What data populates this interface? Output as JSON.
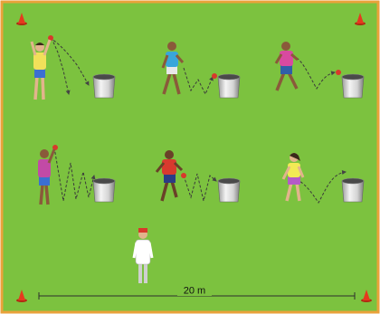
{
  "field": {
    "grass_color": "#7cc23f",
    "border_color": "#e9a23b",
    "cone_color": "#e53a1e"
  },
  "dimension_label": "20 m",
  "players": [
    {
      "role": "player",
      "action": "overhead-throw",
      "shirt": "#f1e05a",
      "shorts": "#3b6fd1",
      "skin": "#e2b48c"
    },
    {
      "role": "player",
      "action": "underarm-throw",
      "shirt": "#39a6d9",
      "shorts": "#e8e8e8",
      "skin": "#8a5a3a"
    },
    {
      "role": "player",
      "action": "underarm-throw",
      "shirt": "#d84aa0",
      "shorts": "#2f5fa8",
      "skin": "#8a5a3a"
    },
    {
      "role": "player",
      "action": "overhead-throw",
      "shirt": "#c24aa6",
      "shorts": "#3b6fd1",
      "skin": "#8a5a3a"
    },
    {
      "role": "player",
      "action": "underarm-throw",
      "shirt": "#d83a2e",
      "shorts": "#2a3d85",
      "skin": "#6a4028"
    },
    {
      "role": "player",
      "action": "underarm-throw",
      "shirt": "#f2ea55",
      "shorts": "#b45ac8",
      "skin": "#e2b48c"
    }
  ],
  "coach": {
    "role": "coach",
    "shirt": "#ffffff",
    "cap": "#d8392b",
    "trousers": "#d0d0d0"
  }
}
